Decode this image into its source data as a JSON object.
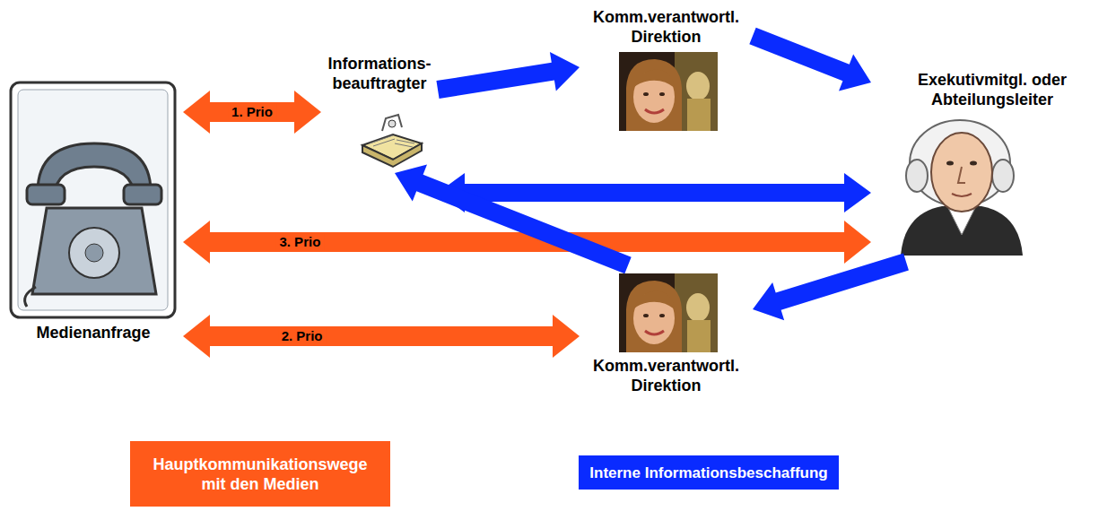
{
  "diagram": {
    "nodes": [
      {
        "text": [
          "Medienanfrage"
        ]
      },
      {
        "text": [
          "Informations- beauftragter"
        ]
      },
      {
        "text": [
          "Komm.verantwortl. Direktion"
        ]
      },
      {
        "text": [
          "Exekutivmitgl. oder Abteilungsleiter"
        ]
      },
      {
        "text": [
          "Komm.verantwortl. Direktion"
        ]
      }
    ],
    "edges": [
      {
        "from": 0,
        "to": 1,
        "label": "1. Prio",
        "arrow": "both"
      },
      {
        "from": 0,
        "to": 3,
        "label": "3. Prio",
        "arrow": "both"
      },
      {
        "from": 0,
        "to": 4,
        "label": "2. Prio",
        "arrow": "both"
      },
      {
        "from": 1,
        "to": 2,
        "arrow": "to"
      },
      {
        "from": 2,
        "to": 3,
        "arrow": "to"
      },
      {
        "from": 1,
        "to": 3,
        "arrow": "both"
      },
      {
        "from": 3,
        "to": 4,
        "arrow": "to"
      },
      {
        "from": 4,
        "to": 1,
        "arrow": "to"
      }
    ],
    "legend": [
      {
        "text": "Hauptkommunikationswege mit den Medien",
        "color": "#ff5a1a"
      },
      {
        "text": "Interne Informationsbeschaffung",
        "color": "#0a2bff"
      }
    ]
  }
}
